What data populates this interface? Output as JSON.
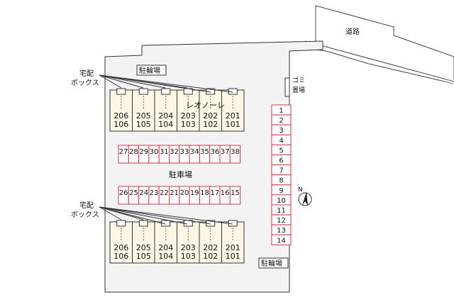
{
  "map": {
    "road_label": "道路",
    "parking_label": "駐車場",
    "bike_parking_top": "駐輪場",
    "bike_parking_bottom": "駐輪場",
    "trash_label": "ゴミ置場",
    "delivery_box_top": "宅配\nボックス",
    "delivery_box_bottom": "宅配\nボックス",
    "building_name": "レオノーレ",
    "north_label": "N",
    "colors": {
      "spot_border": "#d9304a",
      "spot_fill": "#ffffff",
      "building_fill": "#fbf7e4",
      "ground": "#f2f2f2"
    },
    "top_units": [
      {
        "upper": "206",
        "lower": "106"
      },
      {
        "upper": "205",
        "lower": "105"
      },
      {
        "upper": "204",
        "lower": "104"
      },
      {
        "upper": "203",
        "lower": "103"
      },
      {
        "upper": "202",
        "lower": "102"
      },
      {
        "upper": "201",
        "lower": "101"
      }
    ],
    "bottom_units": [
      {
        "upper": "206",
        "lower": "106"
      },
      {
        "upper": "205",
        "lower": "105"
      },
      {
        "upper": "204",
        "lower": "104"
      },
      {
        "upper": "203",
        "lower": "103"
      },
      {
        "upper": "202",
        "lower": "102"
      },
      {
        "upper": "201",
        "lower": "101"
      }
    ],
    "spots_right": [
      "1",
      "2",
      "3",
      "4",
      "5",
      "6",
      "7",
      "8",
      "9",
      "10",
      "11",
      "12",
      "13",
      "14"
    ],
    "spots_upper_row": [
      "27",
      "28",
      "29",
      "30",
      "31",
      "32",
      "33",
      "34",
      "35",
      "36",
      "37",
      "38"
    ],
    "spots_lower_row": [
      "26",
      "25",
      "24",
      "23",
      "22",
      "21",
      "20",
      "19",
      "18",
      "17",
      "16",
      "15"
    ]
  }
}
